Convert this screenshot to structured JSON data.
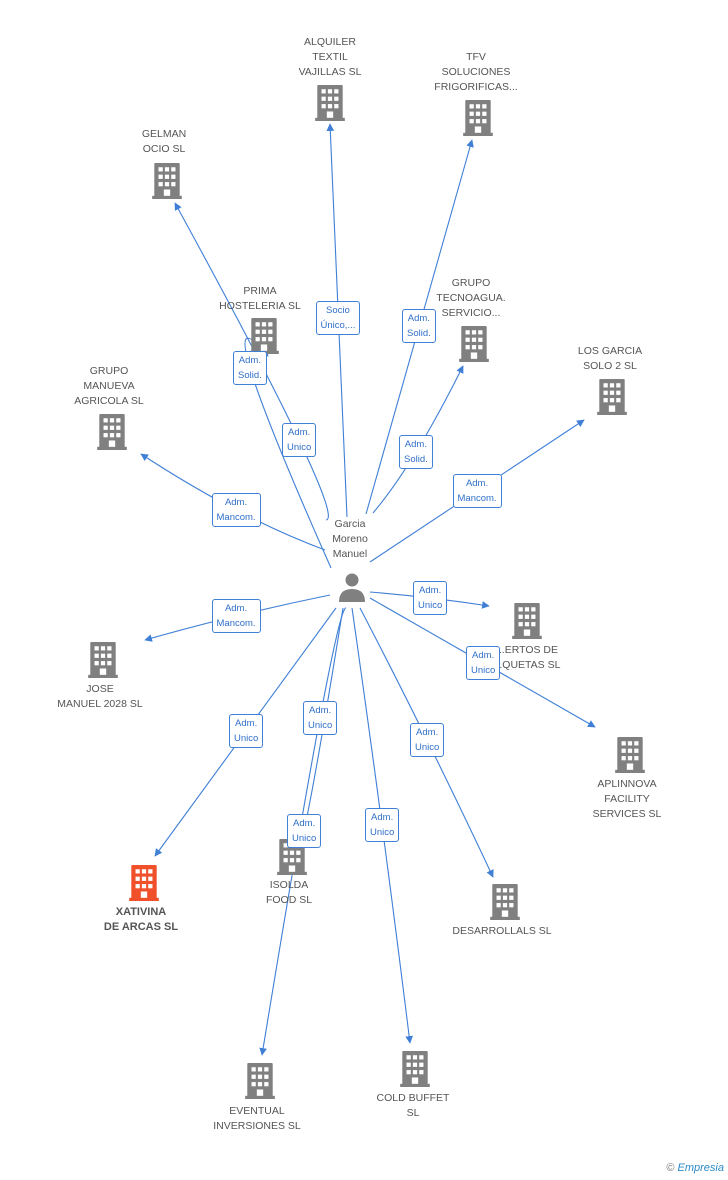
{
  "person": {
    "lines": [
      "Garcia",
      "Moreno",
      "Manuel"
    ]
  },
  "colors": {
    "edge": "#3f7fd6",
    "building": "#808080",
    "focus_building": "#f0502a",
    "person": "#808080"
  },
  "companies": [
    {
      "id": "alquiler",
      "lines": [
        "ALQUILER",
        "TEXTIL",
        "VAJILLAS SL"
      ],
      "edge": [
        "Socio",
        "Único,..."
      ],
      "focus": false
    },
    {
      "id": "tfv",
      "lines": [
        "TFV",
        "SOLUCIONES",
        "FRIGORIFICAS..."
      ],
      "edge": [
        "Adm.",
        "Solid."
      ],
      "focus": false
    },
    {
      "id": "gelman",
      "lines": [
        "GELMAN",
        "OCIO SL"
      ],
      "edge": [
        "Adm.",
        "Unico"
      ],
      "focus": false
    },
    {
      "id": "prima",
      "lines": [
        "PRIMA",
        "HOSTELERIA SL"
      ],
      "edge": [
        "Adm.",
        "Solid."
      ],
      "focus": false
    },
    {
      "id": "tecnoagua",
      "lines": [
        "GRUPO",
        "TECNOAGUA.",
        "SERVICIO..."
      ],
      "edge": [
        "Adm.",
        "Solid."
      ],
      "focus": false
    },
    {
      "id": "losgarcia",
      "lines": [
        "LOS GARCIA",
        "SOLO 2 SL"
      ],
      "edge": [
        "Adm.",
        "Mancom."
      ],
      "focus": false
    },
    {
      "id": "manueva",
      "lines": [
        "GRUPO",
        "MANUEVA",
        "AGRICOLA SL"
      ],
      "edge": [
        "Adm.",
        "Mancom."
      ],
      "focus": false
    },
    {
      "id": "jose",
      "lines": [
        "JOSE",
        "MANUEL 2028 SL"
      ],
      "edge": [
        "Adm.",
        "Mancom."
      ],
      "focus": false
    },
    {
      "id": "huertos",
      "lines": [
        "...ERTOS DE",
        "...QUETAS SL"
      ],
      "edge": [
        "Adm.",
        "Unico"
      ],
      "focus": false
    },
    {
      "id": "aplinnova",
      "lines": [
        "APLINNOVA",
        "FACILITY",
        "SERVICES SL"
      ],
      "edge": [
        "Adm.",
        "Unico"
      ],
      "focus": false
    },
    {
      "id": "xativina",
      "lines": [
        "XATIVINA",
        "DE ARCAS SL"
      ],
      "edge": [
        "Adm.",
        "Unico"
      ],
      "focus": true
    },
    {
      "id": "isolda",
      "lines": [
        "ISOLDA",
        "FOOD SL"
      ],
      "edge": [
        "Adm.",
        "Unico"
      ],
      "focus": false
    },
    {
      "id": "eventual",
      "lines": [
        "EVENTUAL",
        "INVERSIONES SL"
      ],
      "edge": [
        "Adm.",
        "Unico"
      ],
      "focus": false
    },
    {
      "id": "desarrollals",
      "lines": [
        "DESARROLLALS SL"
      ],
      "edge": [
        "Adm.",
        "Unico"
      ],
      "focus": false
    },
    {
      "id": "coldbuffet",
      "lines": [
        "COLD BUFFET",
        "SL"
      ],
      "edge": [
        "Adm.",
        "Unico"
      ],
      "focus": false
    }
  ],
  "watermark": {
    "symbol": "©",
    "brand": "Empresia"
  }
}
